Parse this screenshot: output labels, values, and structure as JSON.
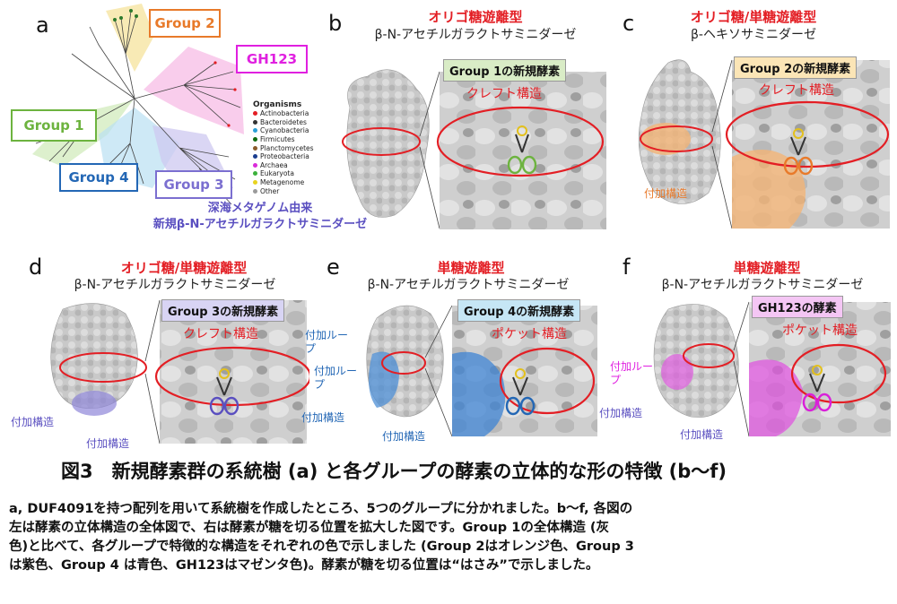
{
  "panels": {
    "a": {
      "letter": "a",
      "groups": {
        "g1": "Group 1",
        "g2": "Group 2",
        "g3": "Group 3",
        "g4": "Group 4",
        "gh123": "GH123"
      },
      "organisms_title": "Organisms",
      "organisms": [
        {
          "name": "Actinobacteria",
          "color": "#e31e24"
        },
        {
          "name": "Bacteroidetes",
          "color": "#333333"
        },
        {
          "name": "Cyanobacteria",
          "color": "#2a9fd6"
        },
        {
          "name": "Firmicutes",
          "color": "#0f6b0f"
        },
        {
          "name": "Planctomycetes",
          "color": "#8a5a2b"
        },
        {
          "name": "Proteobacteria",
          "color": "#1a3d8f"
        },
        {
          "name": "Archaea",
          "color": "#d92bd9"
        },
        {
          "name": "Eukaryota",
          "color": "#3cb13c"
        },
        {
          "name": "Metagenome",
          "color": "#e8d31e"
        },
        {
          "name": "Other",
          "color": "#9a9a9a"
        }
      ],
      "note_line1": "深海メタゲノム由来",
      "note_line2": "新規β-N-アセチルガラクトサミニダーゼ"
    },
    "b": {
      "letter": "b",
      "type": "オリゴ糖遊離型",
      "enzyme": "β-N-アセチルガラクトサミニダーゼ",
      "zoom": "Group 1の新規酵素",
      "structure": "クレフト構造"
    },
    "c": {
      "letter": "c",
      "type": "オリゴ糖/単糖遊離型",
      "enzyme": "β-ヘキソサミニダーゼ",
      "zoom": "Group 2の新規酵素",
      "structure": "クレフト構造",
      "extra": "付加構造"
    },
    "d": {
      "letter": "d",
      "type": "オリゴ糖/単糖遊離型",
      "enzyme": "β-N-アセチルガラクトサミニダーゼ",
      "zoom": "Group 3の新規酵素",
      "structure": "クレフト構造",
      "extra1": "付加構造",
      "extra2": "付加構造"
    },
    "e": {
      "letter": "e",
      "type": "単糖遊離型",
      "enzyme": "β-N-アセチルガラクトサミニダーゼ",
      "zoom": "Group 4の新規酵素",
      "structure": "ポケット構造",
      "loop1": "付加ループ",
      "loop2": "付加ループ",
      "extra1": "付加構造",
      "extra2": "付加構造"
    },
    "f": {
      "letter": "f",
      "type": "単糖遊離型",
      "enzyme": "β-N-アセチルガラクトサミニダーゼ",
      "zoom": "GH123の酵素",
      "structure": "ポケット構造",
      "loop": "付加ループ",
      "extra1": "付加構造",
      "extra2": "付加構造"
    }
  },
  "caption": {
    "title": "図3　新規酵素群の系統樹 (a) と各グループの酵素の立体的な形の特徴 (b〜f)",
    "line1": "a, DUF4091を持つ配列を用いて系統樹を作成したところ、5つのグループに分かれました。b〜f, 各図の",
    "line2": "左は酵素の立体構造の全体図で、右は酵素が糖を切る位置を拡大した図です。Group 1の全体構造 (灰",
    "line3": "色)と比べて、各グループで特徴的な構造をそれぞれの色で示しました (Group 2はオレンジ色、Group 3",
    "line4": "は紫色、Group 4 は青色、GH123はマゼンタ色)。酵素が糖を切る位置は“はさみ”で示しました。"
  },
  "colors": {
    "red": "#e31e24",
    "group1": "#6db33f",
    "group2": "#e87a2a",
    "group3": "#7b6fd0",
    "group4": "#2367b5",
    "gh123": "#e020e0"
  }
}
